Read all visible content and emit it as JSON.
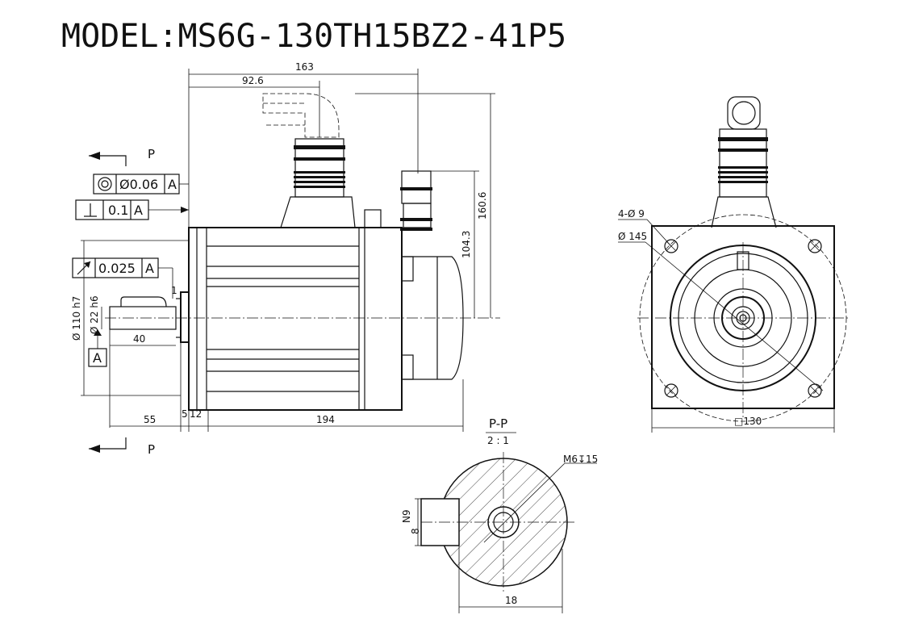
{
  "title": "MODEL:MS6G-130TH15BZ2-41P5",
  "dimensions": {
    "top_163": "163",
    "top_92_6": "92.6",
    "h_160_6": "160.6",
    "h_104_3": "104.3",
    "len_40": "40",
    "len_55": "55",
    "len_5": "5",
    "len_12": "12",
    "len_194": "194",
    "dia_110": "Ø 110 h7",
    "dia_22": "Ø 22 h6",
    "holes": "4-Ø 9",
    "pcd": "Ø 145",
    "square": "□130",
    "tol_1": "1",
    "key_w": "18",
    "key_n9": "N9",
    "key_8": "8",
    "thread": "M6↧15"
  },
  "tolerances": {
    "concentricity_value": "Ø0.06",
    "concentricity_datum": "A",
    "perpendicular_value": "0.1",
    "perpendicular_datum": "A",
    "runout_value": "0.025",
    "runout_datum": "A",
    "datum_label": "A"
  },
  "section": {
    "label_top": "P",
    "label_bottom": "P",
    "title": "P-P",
    "scale": "2 : 1"
  }
}
